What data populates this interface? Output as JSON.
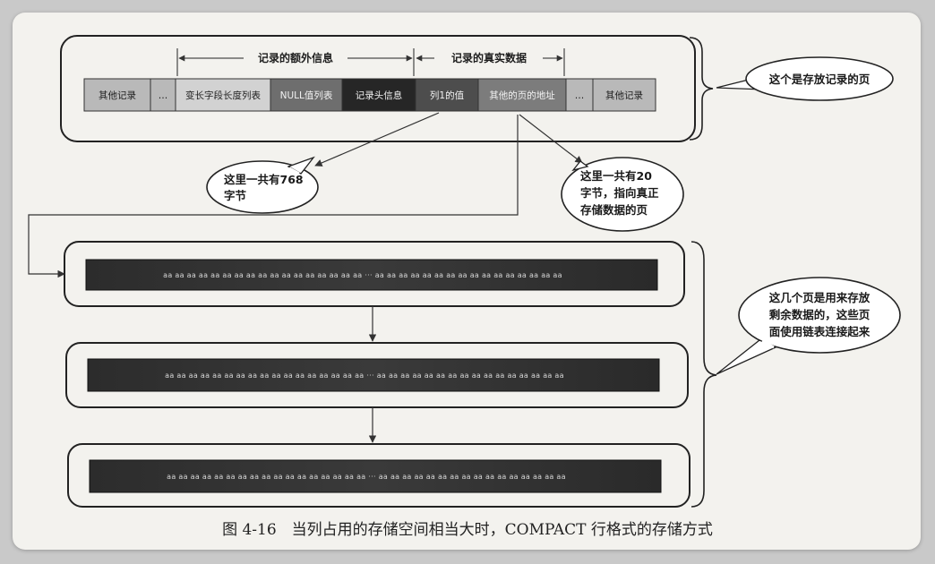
{
  "record_page": {
    "cells": [
      {
        "label": "其他记录",
        "fill": "#b9b9b9",
        "color": "#1e1e1e"
      },
      {
        "label": "…",
        "fill": "#b9b9b9",
        "color": "#1e1e1e"
      },
      {
        "label": "变长字段长度列表",
        "fill": "#d2d2d2",
        "color": "#1e1e1e"
      },
      {
        "label": "NULL值列表",
        "fill": "#6e6e6e",
        "color": "#f2f2f2"
      },
      {
        "label": "记录头信息",
        "fill": "#262626",
        "color": "#f2f2f2"
      },
      {
        "label": "列1的值",
        "fill": "#4d4d4d",
        "color": "#f2f2f2"
      },
      {
        "label": "其他的页的地址",
        "fill": "#7c7c7c",
        "color": "#f2f2f2"
      },
      {
        "label": "…",
        "fill": "#b9b9b9",
        "color": "#1e1e1e"
      },
      {
        "label": "其他记录",
        "fill": "#b9b9b9",
        "color": "#1e1e1e"
      }
    ],
    "bracket_extra": "记录的额外信息",
    "bracket_real": "记录的真实数据"
  },
  "callouts": {
    "record_page_note": "这个是存放记录的页",
    "bytes_768": [
      "这里一共有768",
      "字节"
    ],
    "bytes_20": [
      "这里一共有20",
      "字节，指向真正",
      "存储数据的页"
    ],
    "overflow_note": [
      "这几个页是用来存放",
      "剩余数据的，这些页",
      "面使用链表连接起来"
    ]
  },
  "overflow_pages": [
    {
      "content": "aa aa aa aa aa aa aa aa aa aa aa aa aa aa aa aa aa ··· aa aa aa aa aa aa aa aa aa aa aa aa aa aa aa aa"
    },
    {
      "content": "aa aa aa aa aa aa aa aa aa aa aa aa aa aa aa aa aa ··· aa aa aa aa aa aa aa aa aa aa aa aa aa aa aa aa"
    },
    {
      "content": "aa aa aa aa aa aa aa aa aa aa aa aa aa aa aa aa aa ··· aa aa aa aa aa aa aa aa aa aa aa aa aa aa aa aa"
    }
  ],
  "caption": "图 4-16　当列占用的存储空间相当大时，COMPACT 行格式的存储方式"
}
